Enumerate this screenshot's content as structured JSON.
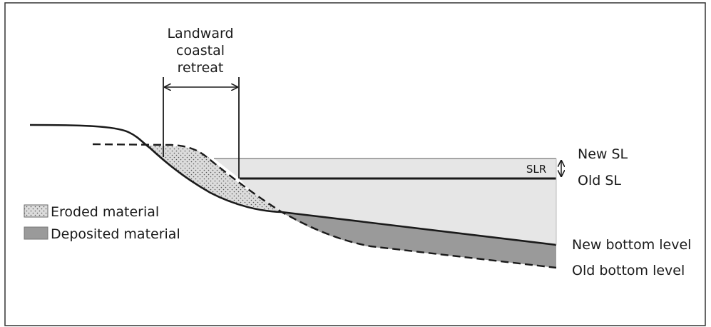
{
  "diagram": {
    "retreat_label": [
      "Landward",
      "coastal",
      "retreat"
    ],
    "slr_label": "SLR",
    "new_sl_label": "New SL",
    "old_sl_label": "Old SL",
    "new_bottom_label": "New bottom level",
    "old_bottom_label": "Old bottom level",
    "legend": {
      "eroded": "Eroded material",
      "deposited": "Deposited material"
    },
    "colors": {
      "water": "#e6e6e6",
      "deposited": "#9a9a9a",
      "eroded_fill": "#d9d9d9",
      "line": "#1a1a1a"
    }
  }
}
